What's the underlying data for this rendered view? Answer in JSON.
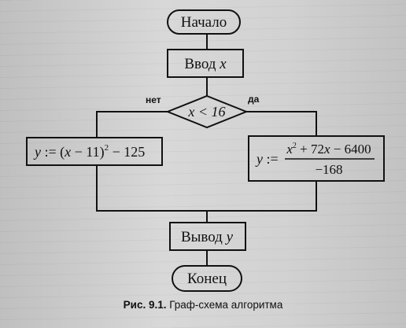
{
  "diagram": {
    "start_label": "Начало",
    "input_label": "Ввод",
    "input_var": "x",
    "condition": "x < 16",
    "branch_no": "нет",
    "branch_yes": "да",
    "left_formula": {
      "lhs": "y",
      "assign": " := (",
      "inner_var": "x",
      "inner_rest": " − 11)",
      "exp": "2",
      "tail": " − 125"
    },
    "right_formula": {
      "lhs": "y",
      "assign": " :=",
      "num_a": "x",
      "num_exp": "2",
      "num_b": " + 72",
      "num_var": "x",
      "num_c": " − 6400",
      "den": "−168"
    },
    "output_label": "Вывод",
    "output_var": "y",
    "end_label": "Конец"
  },
  "caption": {
    "prefix": "Рис. 9.1.",
    "text": " Граф-схема алгоритма"
  }
}
